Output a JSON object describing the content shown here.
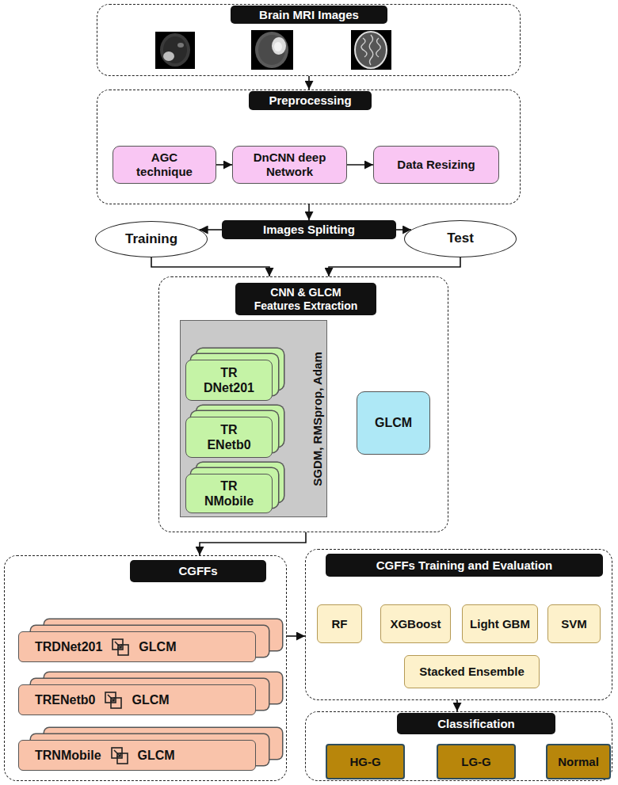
{
  "diagram": {
    "nodes": [
      {
        "text": [
          "Brain MRI Images"
        ]
      },
      {
        "text": [
          "Preprocessing"
        ]
      },
      {
        "text": [
          "AGC technique"
        ],
        "in": 1
      },
      {
        "text": [
          "DnCNN deep Network"
        ],
        "in": 1
      },
      {
        "text": [
          "Data Resizing"
        ],
        "in": 1
      },
      {
        "text": [
          "Images Splitting"
        ]
      },
      {
        "text": [
          "Training"
        ]
      },
      {
        "text": [
          "Test"
        ]
      },
      {
        "text": [
          "CNN & GLCM Features Extraction"
        ]
      },
      {
        "text": [
          "SGDM, RMSprop, Adam"
        ],
        "in": 8
      },
      {
        "text": [
          "TR DNet201"
        ],
        "in": 9
      },
      {
        "text": [
          "TR ENetb0"
        ],
        "in": 9
      },
      {
        "text": [
          "TR NMobile"
        ],
        "in": 9
      },
      {
        "text": [
          "GLCM"
        ],
        "in": 8
      },
      {
        "text": [
          "CGFFs"
        ]
      },
      {
        "text": [
          "TRDNet201",
          "GLCM"
        ],
        "in": 14
      },
      {
        "text": [
          "TRENetb0",
          "GLCM"
        ],
        "in": 14
      },
      {
        "text": [
          "TRNMobile",
          "GLCM"
        ],
        "in": 14
      },
      {
        "text": [
          "CGFFs Training and Evaluation"
        ]
      },
      {
        "text": [
          "RF"
        ],
        "in": 18
      },
      {
        "text": [
          "XGBoost"
        ],
        "in": 18
      },
      {
        "text": [
          "Light GBM"
        ],
        "in": 18
      },
      {
        "text": [
          "SVM"
        ],
        "in": 18
      },
      {
        "text": [
          "Stacked Ensemble"
        ],
        "in": 18
      },
      {
        "text": [
          "Classification"
        ]
      },
      {
        "text": [
          "HG-G"
        ],
        "in": 24
      },
      {
        "text": [
          "LG-G"
        ],
        "in": 24
      },
      {
        "text": [
          "Normal"
        ],
        "in": 24
      }
    ],
    "edges": [
      {
        "from": 0,
        "to": 1,
        "arrow": "to"
      },
      {
        "from": 2,
        "to": 3,
        "arrow": "to"
      },
      {
        "from": 3,
        "to": 4,
        "arrow": "to"
      },
      {
        "from": 1,
        "to": 5,
        "arrow": "to"
      },
      {
        "from": 5,
        "to": 6,
        "arrow": "to"
      },
      {
        "from": 5,
        "to": 7,
        "arrow": "to"
      },
      {
        "from": 6,
        "to": 8,
        "arrow": "to"
      },
      {
        "from": 7,
        "to": 8,
        "arrow": "to"
      },
      {
        "from": 8,
        "to": 14,
        "arrow": "to"
      },
      {
        "from": 14,
        "to": 18,
        "arrow": "to"
      },
      {
        "from": 18,
        "to": 24,
        "arrow": "to"
      }
    ]
  }
}
